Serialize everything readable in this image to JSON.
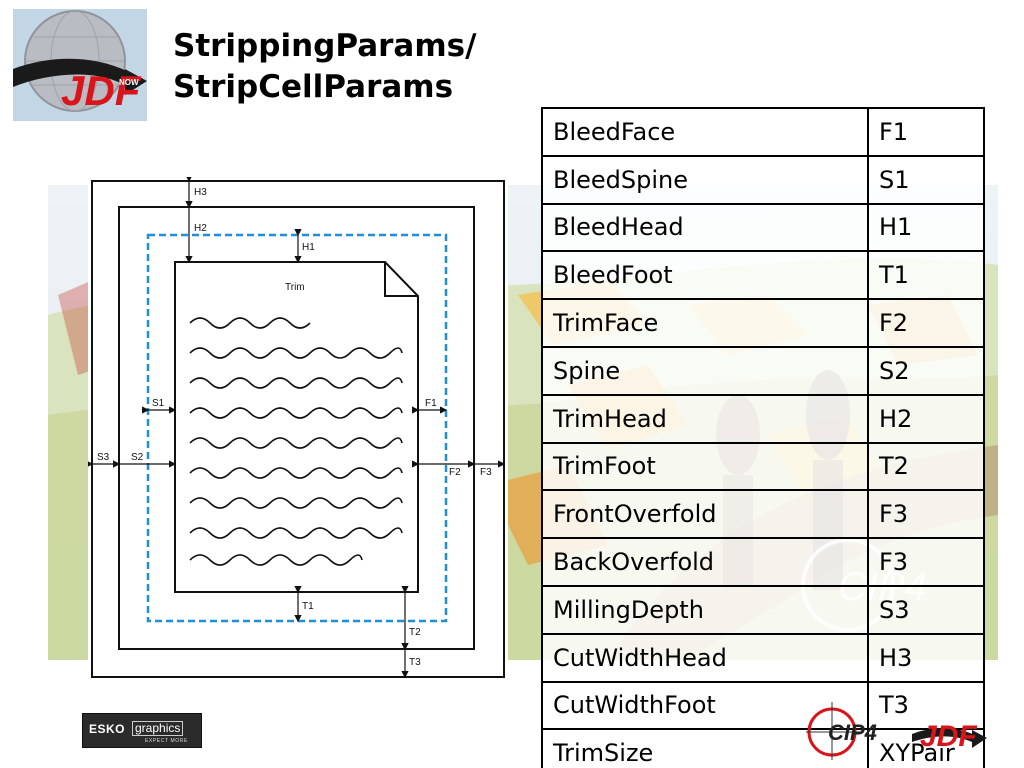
{
  "title": {
    "line1": "StrippingParams/",
    "line2": "StripCellParams"
  },
  "logos": {
    "jdf": "JDF",
    "jdf_now": "NOW",
    "esko": "ESKO",
    "esko_graphics": "graphics",
    "esko_tagline": "EXPECT MORE",
    "cip4": "CIP4",
    "jdf_small": "JDF"
  },
  "diagram": {
    "trim": "Trim",
    "labels": {
      "H3": "H3",
      "H2": "H2",
      "H1": "H1",
      "S1": "S1",
      "S2": "S2",
      "S3": "S3",
      "F1": "F1",
      "F2": "F2",
      "F3": "F3",
      "T1": "T1",
      "T2": "T2",
      "T3": "T3"
    }
  },
  "table": {
    "rows": [
      {
        "name": "BleedFace",
        "value": "F1"
      },
      {
        "name": "BleedSpine",
        "value": "S1"
      },
      {
        "name": "BleedHead",
        "value": "H1"
      },
      {
        "name": "BleedFoot",
        "value": "T1"
      },
      {
        "name": "TrimFace",
        "value": "F2"
      },
      {
        "name": "Spine",
        "value": "S2"
      },
      {
        "name": "TrimHead",
        "value": "H2"
      },
      {
        "name": "TrimFoot",
        "value": "T2"
      },
      {
        "name": "FrontOverfold",
        "value": "F3"
      },
      {
        "name": "BackOverfold",
        "value": "F3"
      },
      {
        "name": "MillingDepth",
        "value": "S3"
      },
      {
        "name": "CutWidthHead",
        "value": "H3"
      },
      {
        "name": "CutWidthFoot",
        "value": "T3"
      },
      {
        "name": "TrimSize",
        "value": "XYPair"
      }
    ]
  },
  "colors": {
    "dashed_bleed": "#1e8fd8",
    "logo_red": "#d9141b",
    "title": "#000000"
  }
}
